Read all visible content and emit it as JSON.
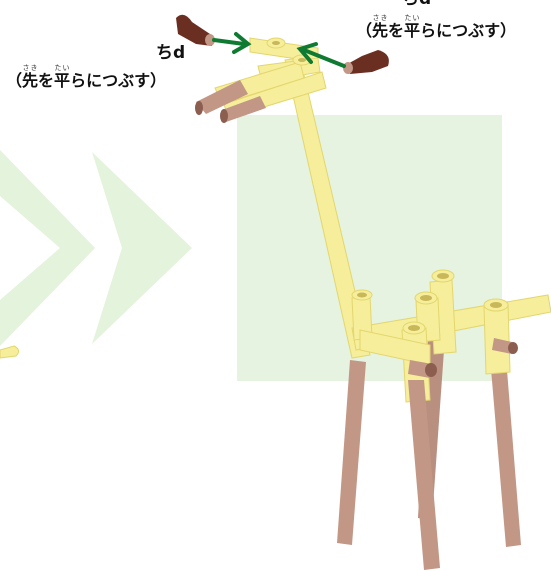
{
  "labels": {
    "left_part_id": "ちd",
    "left_note_open": "（",
    "left_note_k1": "先",
    "left_note_r1": "さき",
    "left_note_mid": "を",
    "left_note_k2": "平",
    "left_note_r2": "たい",
    "left_note_end": "らにつぶす）",
    "right_part_id": "ちd",
    "right_note_open": "（",
    "right_note_k1": "先",
    "right_note_r1": "さき",
    "right_note_mid": "を",
    "right_note_k2": "平",
    "right_note_r2": "たい",
    "right_note_end": "らにつぶす）"
  },
  "icons": [
    "arrow-left-chevrons",
    "giraffe-model",
    "crushed-tube-tip",
    "green-arrow"
  ],
  "colors": {
    "straw_yellow": "#f6ee9a",
    "straw_edge": "#e3d66e",
    "brown_tube": "#c29786",
    "brown_dark": "#6b2f22",
    "arrow_green": "#0f7a31",
    "chevron_green": "#e3f3dc",
    "bg_square": "#e5f3e0"
  }
}
